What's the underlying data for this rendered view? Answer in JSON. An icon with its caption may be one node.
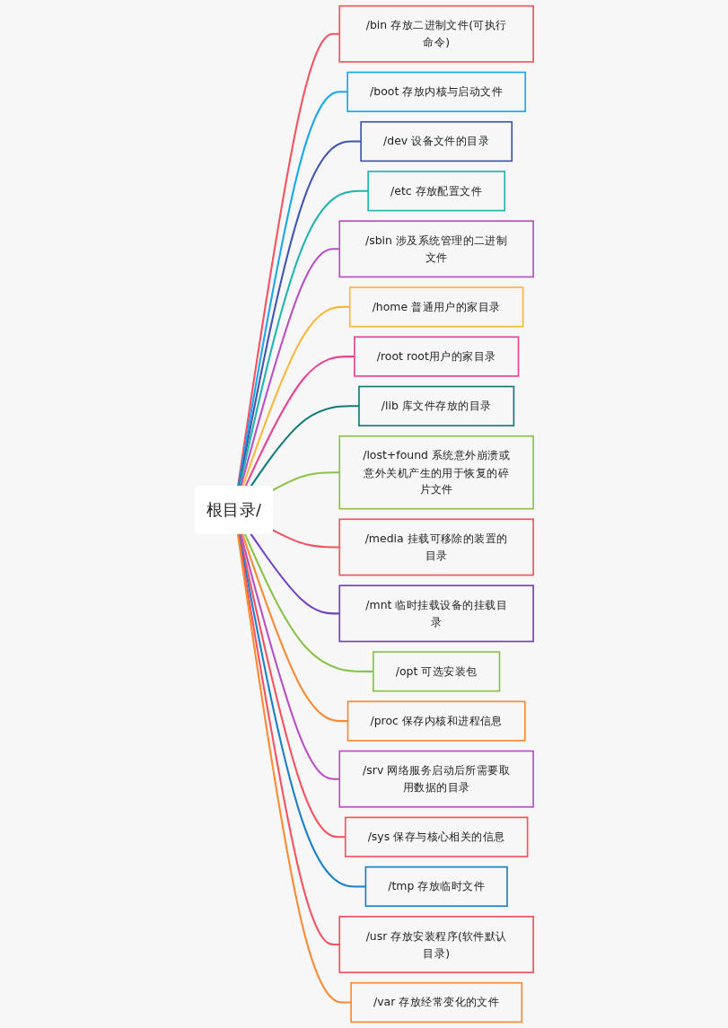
{
  "diagram": {
    "nodes": [
      {
        "text": [
          "根目录/"
        ]
      },
      {
        "text": [
          "/bin 存放二进制文件(可执行命令)"
        ]
      },
      {
        "text": [
          "/boot 存放内核与启动文件"
        ]
      },
      {
        "text": [
          "/dev 设备文件的目录"
        ]
      },
      {
        "text": [
          "/etc 存放配置文件"
        ]
      },
      {
        "text": [
          "/sbin 涉及系统管理的二进制文件"
        ]
      },
      {
        "text": [
          "/home 普通用户的家目录"
        ]
      },
      {
        "text": [
          "/root root用户的家目录"
        ]
      },
      {
        "text": [
          "/lib 库文件存放的目录"
        ]
      },
      {
        "text": [
          "/lost+found 系统意外崩溃或意外关机产生的用于恢复的碎片文件"
        ]
      },
      {
        "text": [
          "/media 挂载可移除的装置的目录"
        ]
      },
      {
        "text": [
          "/mnt 临时挂载设备的挂载目录"
        ]
      },
      {
        "text": [
          "/opt 可选安装包"
        ]
      },
      {
        "text": [
          "/proc 保存内核和进程信息"
        ]
      },
      {
        "text": [
          "/srv 网络服务启动后所需要取用数据的目录"
        ]
      },
      {
        "text": [
          "/sys 保存与核心相关的信息"
        ]
      },
      {
        "text": [
          "/tmp 存放临时文件"
        ]
      },
      {
        "text": [
          "/usr 存放安装程序(软件默认目录)"
        ]
      },
      {
        "text": [
          "/var 存放经常变化的文件"
        ]
      }
    ],
    "edges": [
      {
        "from": 0,
        "to": 1,
        "arrow": "none",
        "color": "#f5515f"
      },
      {
        "from": 0,
        "to": 2,
        "arrow": "none",
        "color": "#1aa7ec"
      },
      {
        "from": 0,
        "to": 3,
        "arrow": "none",
        "color": "#4055b2"
      },
      {
        "from": 0,
        "to": 4,
        "arrow": "none",
        "color": "#1fb5ad"
      },
      {
        "from": 0,
        "to": 5,
        "arrow": "none",
        "color": "#b94ec4"
      },
      {
        "from": 0,
        "to": 6,
        "arrow": "none",
        "color": "#f9b73b"
      },
      {
        "from": 0,
        "to": 7,
        "arrow": "none",
        "color": "#e84393"
      },
      {
        "from": 0,
        "to": 8,
        "arrow": "none",
        "color": "#117a7a"
      },
      {
        "from": 0,
        "to": 9,
        "arrow": "none",
        "color": "#8bc34a"
      },
      {
        "from": 0,
        "to": 10,
        "arrow": "none",
        "color": "#f5515f"
      },
      {
        "from": 0,
        "to": 11,
        "arrow": "none",
        "color": "#7340c2"
      },
      {
        "from": 0,
        "to": 12,
        "arrow": "none",
        "color": "#8bc34a"
      },
      {
        "from": 0,
        "to": 13,
        "arrow": "none",
        "color": "#fb8a32"
      },
      {
        "from": 0,
        "to": 14,
        "arrow": "none",
        "color": "#b94ec4"
      },
      {
        "from": 0,
        "to": 15,
        "arrow": "none",
        "color": "#f5515f"
      },
      {
        "from": 0,
        "to": 16,
        "arrow": "none",
        "color": "#1a7fc9"
      },
      {
        "from": 0,
        "to": 17,
        "arrow": "none",
        "color": "#f5515f"
      },
      {
        "from": 0,
        "to": 18,
        "arrow": "none",
        "color": "#fb8a32"
      }
    ]
  }
}
